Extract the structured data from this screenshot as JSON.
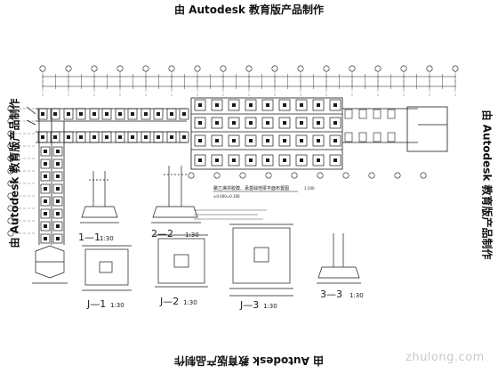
{
  "watermark": {
    "top": "由 Autodesk 教育版产品制作",
    "bottom": "由 Autodesk 教育版产品制作",
    "left": "由 Autodesk 教育版产品制作",
    "right": "由 Autodesk 教育版产品制作"
  },
  "plan": {
    "title": "聚乙烯并胶膜、承基础地梁平面布置图",
    "scale": "1:100",
    "note": "±0.000=0.100"
  },
  "sections": [
    {
      "label": "1—1",
      "scale": "1:30"
    },
    {
      "label": "2—2",
      "scale": "1:30"
    },
    {
      "label": "3—3",
      "scale": "1:30"
    }
  ],
  "footings": [
    {
      "label": "J—1",
      "scale": "1:30"
    },
    {
      "label": "J—2",
      "scale": "1:30"
    },
    {
      "label": "J—3",
      "scale": "1:30"
    }
  ],
  "logo": "zhulong.com",
  "colors": {
    "line": "#1a1a1a",
    "background": "#ffffff",
    "logo": "#c9c9c9"
  }
}
